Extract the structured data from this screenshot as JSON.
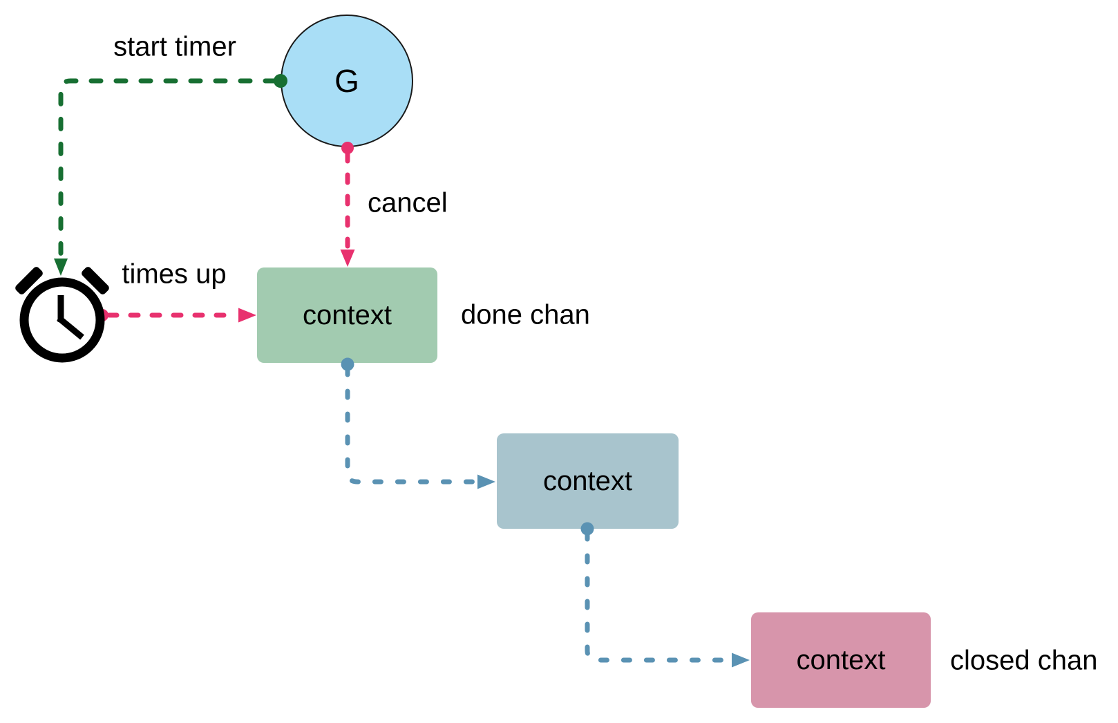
{
  "nodes": {
    "goroutine": {
      "label": "G"
    },
    "done_context": {
      "label": "context"
    },
    "middle_context": {
      "label": "context"
    },
    "closed_context": {
      "label": "context"
    }
  },
  "edges": {
    "start_timer": {
      "label": "start timer"
    },
    "cancel": {
      "label": "cancel"
    },
    "times_up": {
      "label": "times up"
    }
  },
  "annotations": {
    "done_chan": "done chan",
    "closed_chan": "closed chan"
  },
  "icons": {
    "timer": "alarm-clock-icon"
  },
  "colors": {
    "background": "#ffffff",
    "text": "#000000",
    "node_border": "#1a1a1a",
    "goroutine_fill": "#a9def6",
    "done_context_fill": "#a2cbb0",
    "middle_context_fill": "#a8c4cd",
    "closed_context_fill": "#d795ab",
    "timer_edge": "#176f32",
    "cancel_edge": "#e8316e",
    "chain_edge": "#5a92b3"
  }
}
